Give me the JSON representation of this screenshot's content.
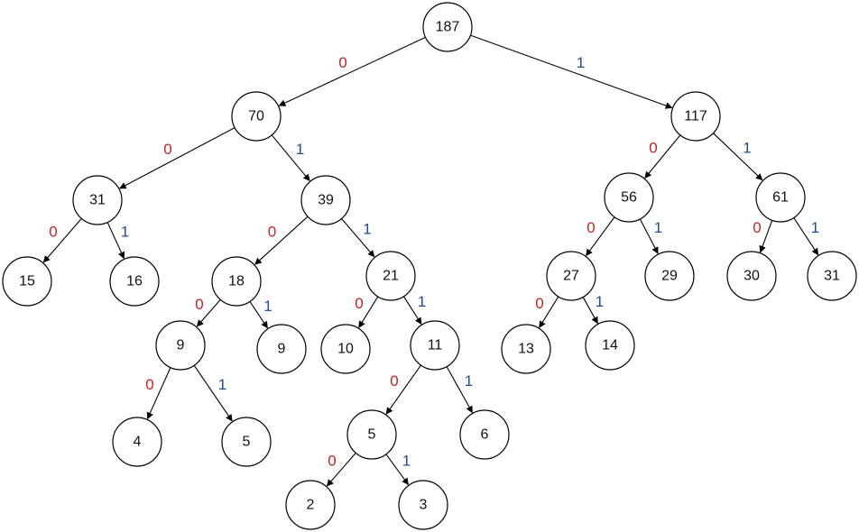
{
  "colors": {
    "zero_label": "#cc2222",
    "one_label": "#1f4f8f"
  },
  "nodes": [
    {
      "id": "n187",
      "value": "187"
    },
    {
      "id": "n70",
      "value": "70"
    },
    {
      "id": "n117",
      "value": "117"
    },
    {
      "id": "n31a",
      "value": "31"
    },
    {
      "id": "n39",
      "value": "39"
    },
    {
      "id": "n56",
      "value": "56"
    },
    {
      "id": "n61",
      "value": "61"
    },
    {
      "id": "n15",
      "value": "15"
    },
    {
      "id": "n16",
      "value": "16"
    },
    {
      "id": "n18",
      "value": "18"
    },
    {
      "id": "n21",
      "value": "21"
    },
    {
      "id": "n27",
      "value": "27"
    },
    {
      "id": "n29",
      "value": "29"
    },
    {
      "id": "n30",
      "value": "30"
    },
    {
      "id": "n31b",
      "value": "31"
    },
    {
      "id": "n9a",
      "value": "9"
    },
    {
      "id": "n9b",
      "value": "9"
    },
    {
      "id": "n10",
      "value": "10"
    },
    {
      "id": "n11",
      "value": "11"
    },
    {
      "id": "n13",
      "value": "13"
    },
    {
      "id": "n14",
      "value": "14"
    },
    {
      "id": "n4",
      "value": "4"
    },
    {
      "id": "n5a",
      "value": "5"
    },
    {
      "id": "n5b",
      "value": "5"
    },
    {
      "id": "n6",
      "value": "6"
    },
    {
      "id": "n2",
      "value": "2"
    },
    {
      "id": "n3",
      "value": "3"
    }
  ],
  "edges": [
    {
      "from": "n187",
      "to": "n70",
      "label": "0"
    },
    {
      "from": "n187",
      "to": "n117",
      "label": "1"
    },
    {
      "from": "n70",
      "to": "n31a",
      "label": "0"
    },
    {
      "from": "n70",
      "to": "n39",
      "label": "1"
    },
    {
      "from": "n117",
      "to": "n56",
      "label": "0"
    },
    {
      "from": "n117",
      "to": "n61",
      "label": "1"
    },
    {
      "from": "n31a",
      "to": "n15",
      "label": "0"
    },
    {
      "from": "n31a",
      "to": "n16",
      "label": "1"
    },
    {
      "from": "n39",
      "to": "n18",
      "label": "0"
    },
    {
      "from": "n39",
      "to": "n21",
      "label": "1"
    },
    {
      "from": "n56",
      "to": "n27",
      "label": "0"
    },
    {
      "from": "n56",
      "to": "n29",
      "label": "1"
    },
    {
      "from": "n61",
      "to": "n30",
      "label": "0"
    },
    {
      "from": "n61",
      "to": "n31b",
      "label": "1"
    },
    {
      "from": "n18",
      "to": "n9a",
      "label": "0"
    },
    {
      "from": "n18",
      "to": "n9b",
      "label": "1"
    },
    {
      "from": "n21",
      "to": "n10",
      "label": "0"
    },
    {
      "from": "n21",
      "to": "n11",
      "label": "1"
    },
    {
      "from": "n27",
      "to": "n13",
      "label": "0"
    },
    {
      "from": "n27",
      "to": "n14",
      "label": "1"
    },
    {
      "from": "n9a",
      "to": "n4",
      "label": "0"
    },
    {
      "from": "n9a",
      "to": "n5a",
      "label": "1"
    },
    {
      "from": "n11",
      "to": "n5b",
      "label": "0"
    },
    {
      "from": "n11",
      "to": "n6",
      "label": "1"
    },
    {
      "from": "n5b",
      "to": "n2",
      "label": "0"
    },
    {
      "from": "n5b",
      "to": "n3",
      "label": "1"
    }
  ]
}
